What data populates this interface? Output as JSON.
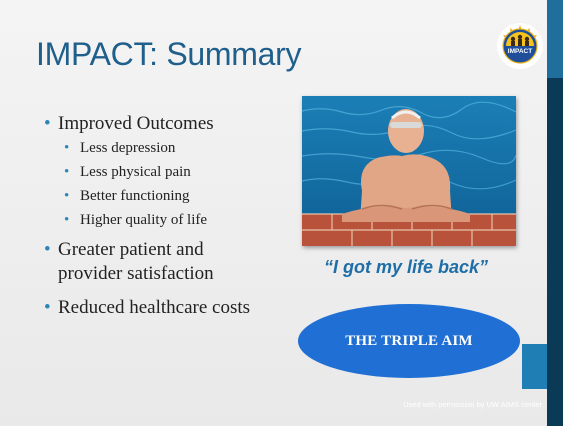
{
  "slide": {
    "title": "IMPACT: Summary",
    "logo_text": "IMPACT",
    "bullets": [
      {
        "text": "Improved Outcomes",
        "sub": [
          "Less depression",
          "Less physical pain",
          "Better functioning",
          "Higher quality of life"
        ]
      },
      {
        "text_line1": "Greater patient and",
        "text_line2": "provider satisfaction"
      },
      {
        "text": "Reduced healthcare costs"
      }
    ],
    "quote": "“I got my life back”",
    "aim_label": "THE TRIPLE AIM",
    "credit": "Used with permission by UW AIMS center"
  },
  "colors": {
    "title": "#1f5f8b",
    "bullet": "#2e85b8",
    "quote": "#1f6ea8",
    "aim_ellipse": "#1f6fd4",
    "right_bar": "#0b3a57"
  },
  "icons": {
    "logo": "impact-logo-icon",
    "photo": "swimmer-photo"
  }
}
